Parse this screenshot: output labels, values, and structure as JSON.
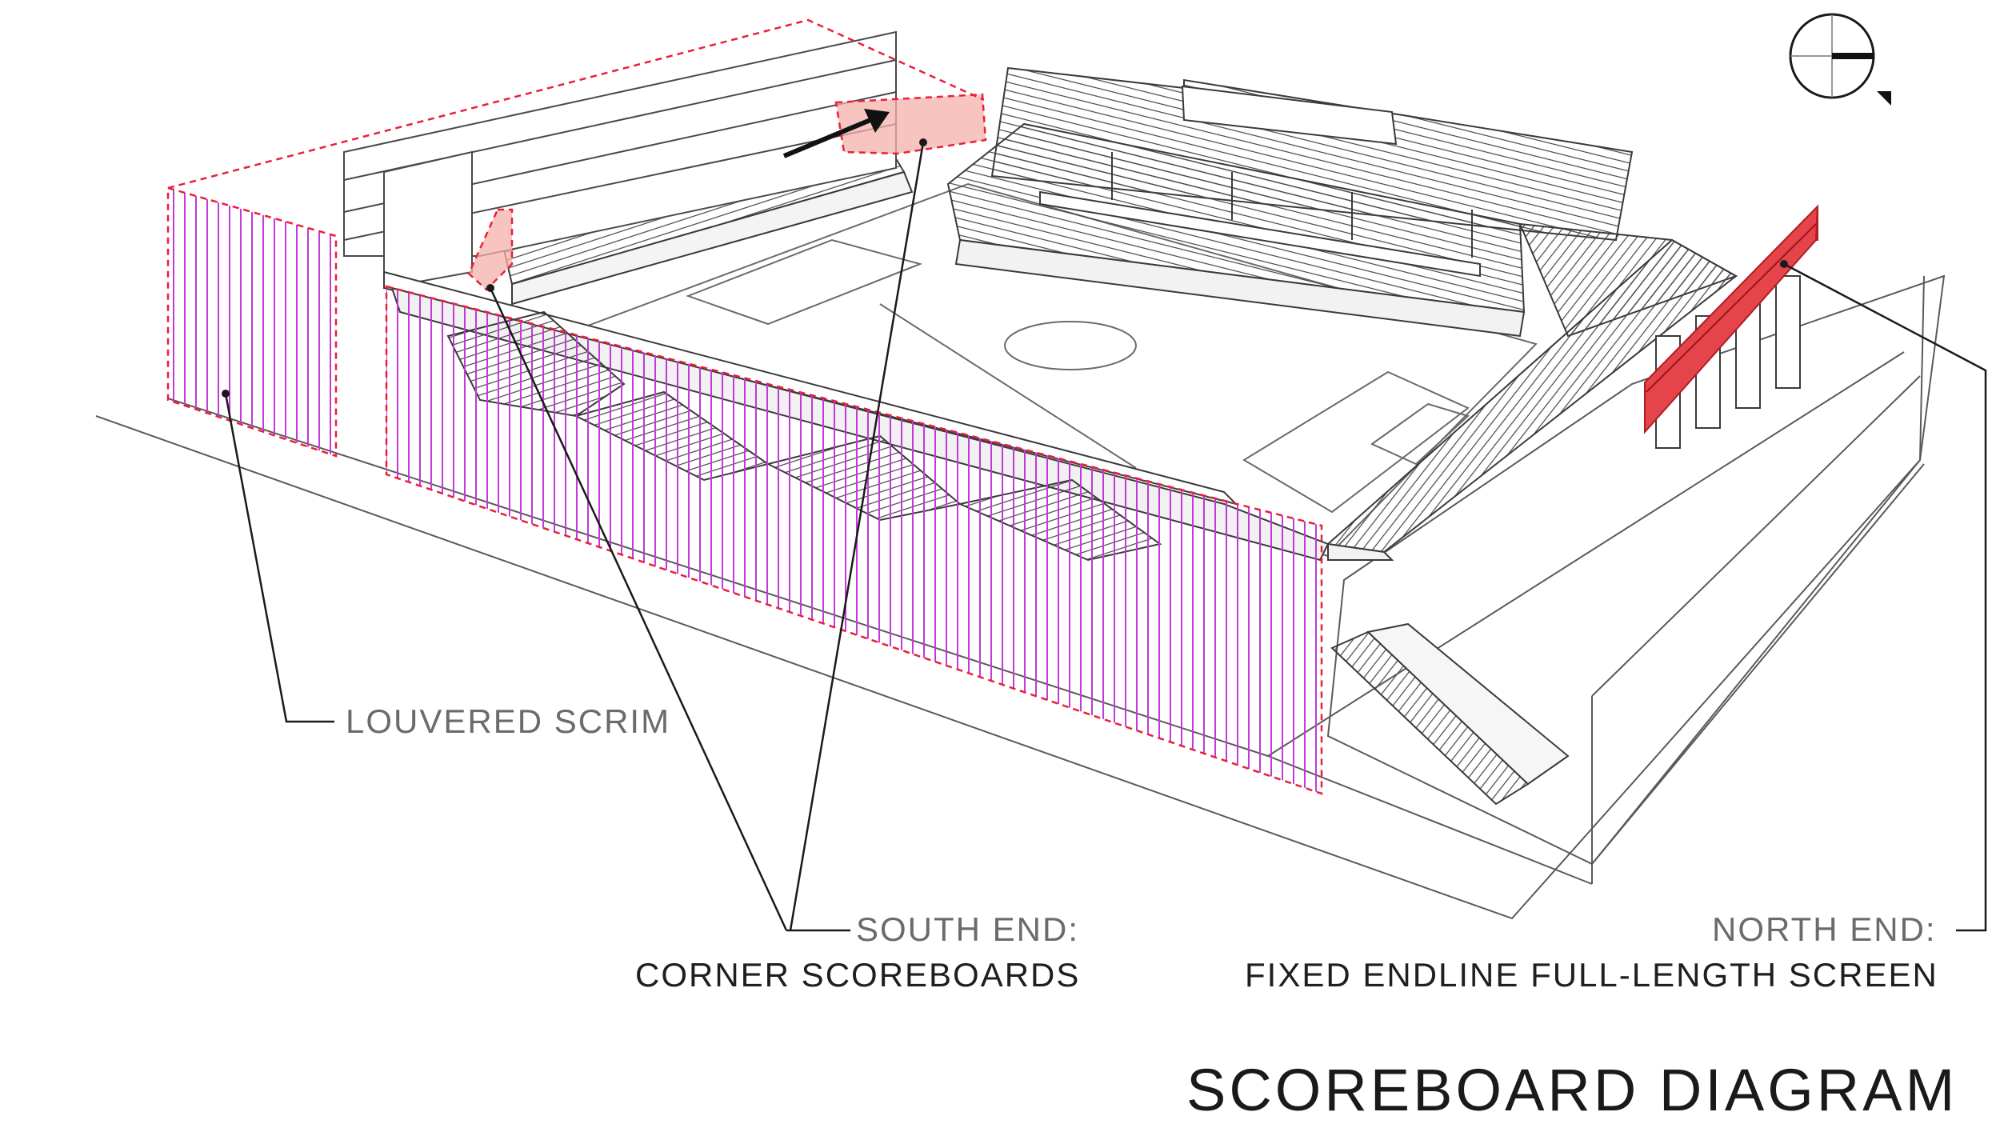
{
  "labels": {
    "louvered_scrim": "LOUVERED SCRIM",
    "south_end_heading": "SOUTH END:",
    "south_end_detail": "CORNER SCOREBOARDS",
    "north_end_heading": "NORTH END:",
    "north_end_detail": "FIXED ENDLINE FULL-LENGTH SCREEN",
    "diagram_title": "SCOREBOARD DIAGRAM"
  },
  "colors": {
    "scrim": "#c23ad8",
    "dashed_outline": "#e8203a",
    "scoreboard_fill": "#f4b0aa",
    "screen_fill": "#e5454a",
    "linework": "#3a3a3a",
    "leader": "#1a1a1a"
  },
  "icons": {
    "compass": "north-arrow-icon"
  }
}
